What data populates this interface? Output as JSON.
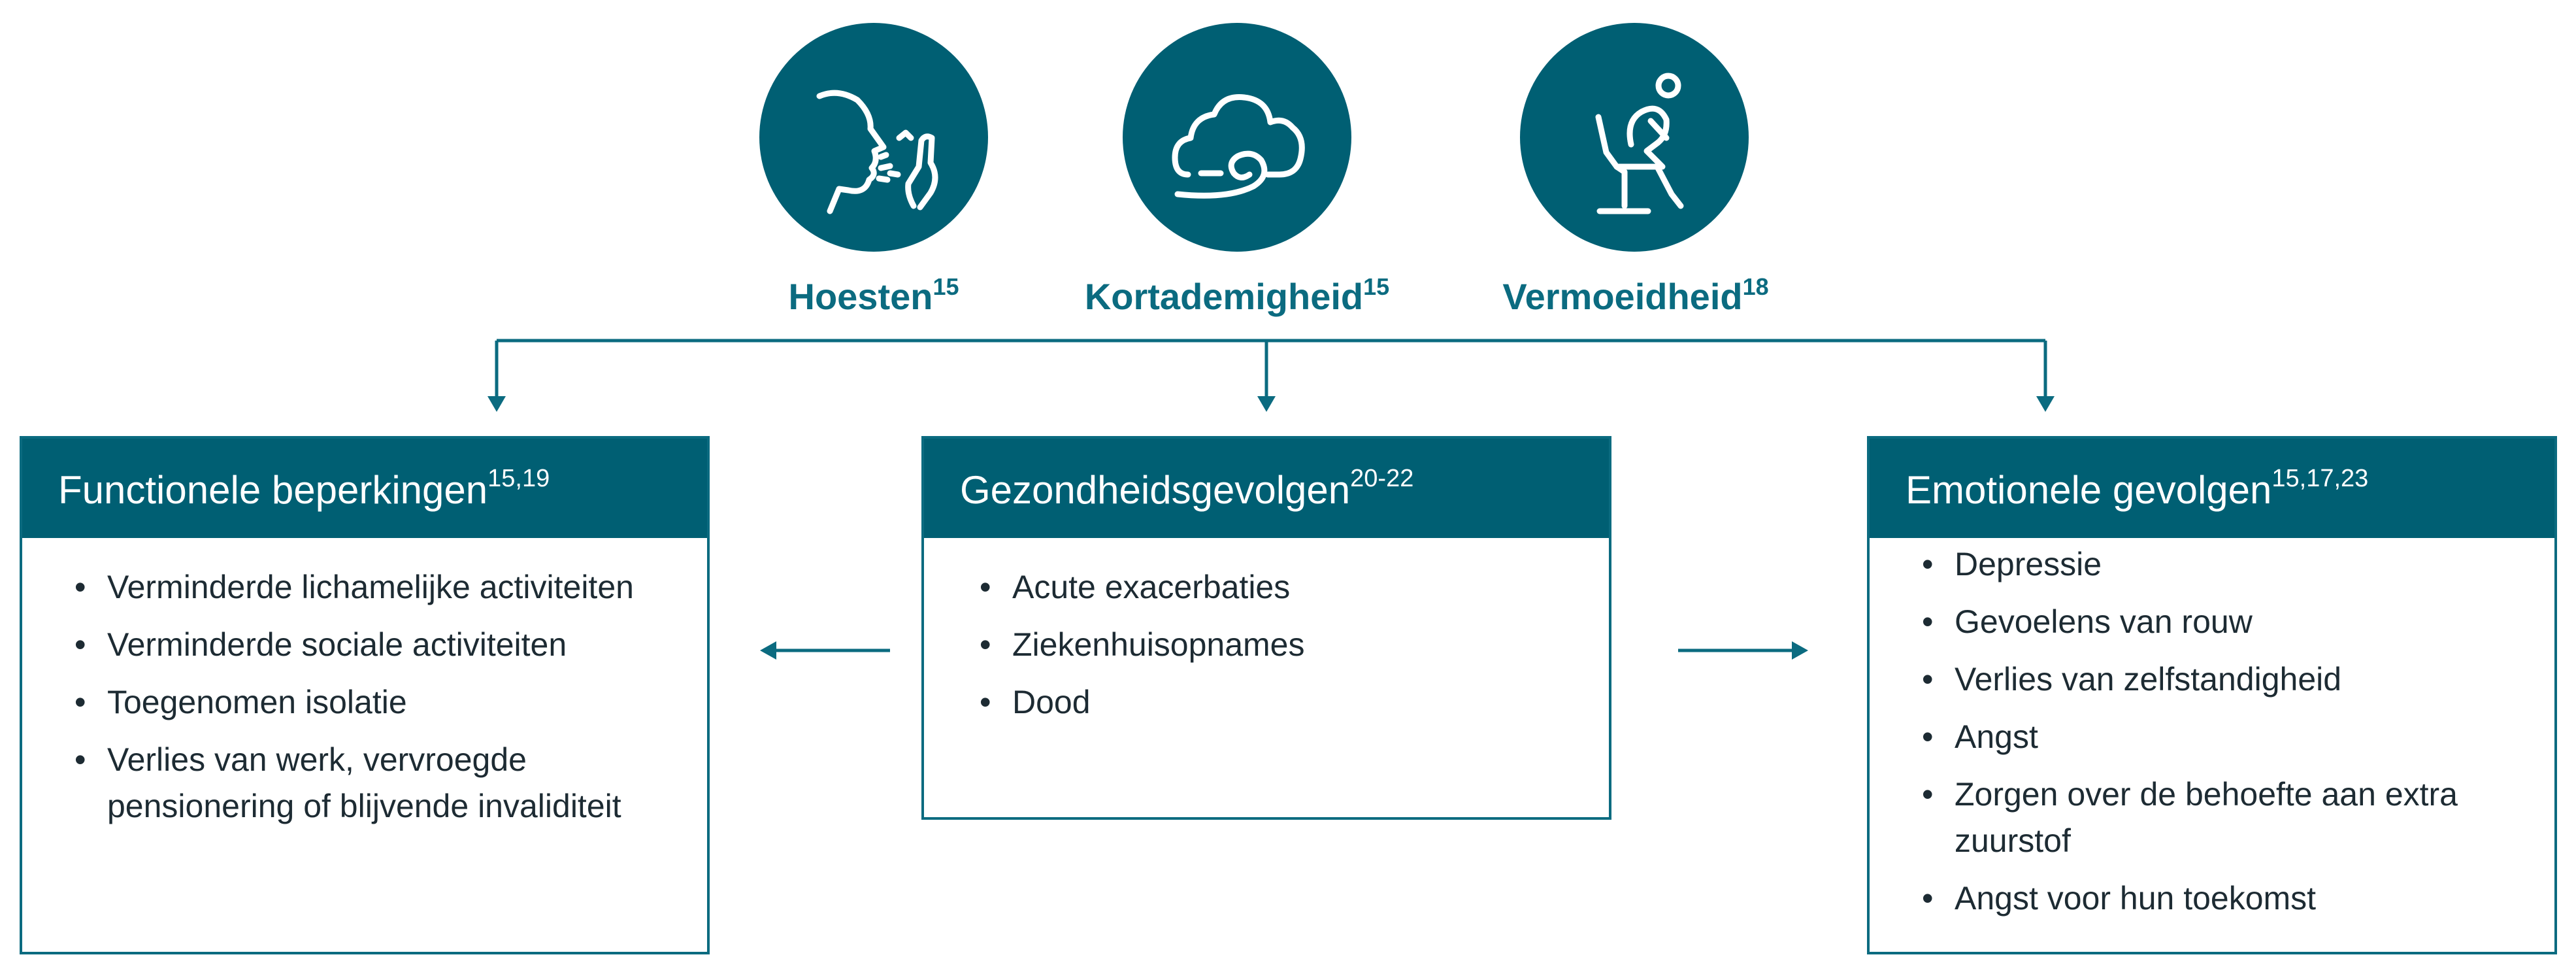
{
  "symptoms": [
    {
      "name": "Hoesten",
      "ref": "15",
      "icon": "coughing-face-icon"
    },
    {
      "name": "Kortademigheid",
      "ref": "15",
      "icon": "breath-cloud-icon"
    },
    {
      "name": "Vermoeidheid",
      "ref": "18",
      "icon": "tired-person-chair-icon"
    }
  ],
  "boxes": {
    "functional": {
      "title": "Functionele beperkingen",
      "ref": "15,19",
      "items": [
        "Verminderde lichamelijke activiteiten",
        "Verminderde sociale activiteiten",
        "Toegenomen isolatie",
        "Verlies van werk, vervroegde pensionering of blijvende invaliditeit"
      ]
    },
    "health": {
      "title": "Gezondheidsgevolgen",
      "ref": "20-22",
      "items": [
        "Acute exacerbaties",
        "Ziekenhuisopnames",
        "Dood"
      ]
    },
    "emotional": {
      "title": "Emotionele gevolgen",
      "ref": "15,17,23",
      "items": [
        "Depressie",
        "Gevoelens van rouw",
        "Verlies van zelfstandigheid",
        "Angst",
        "Zorgen over de behoefte aan extra zuurstof",
        "Angst voor hun toekomst"
      ]
    }
  },
  "colors": {
    "teal_dark": "#005f73",
    "teal_label": "#0b6b80",
    "text": "#1d2b33"
  }
}
